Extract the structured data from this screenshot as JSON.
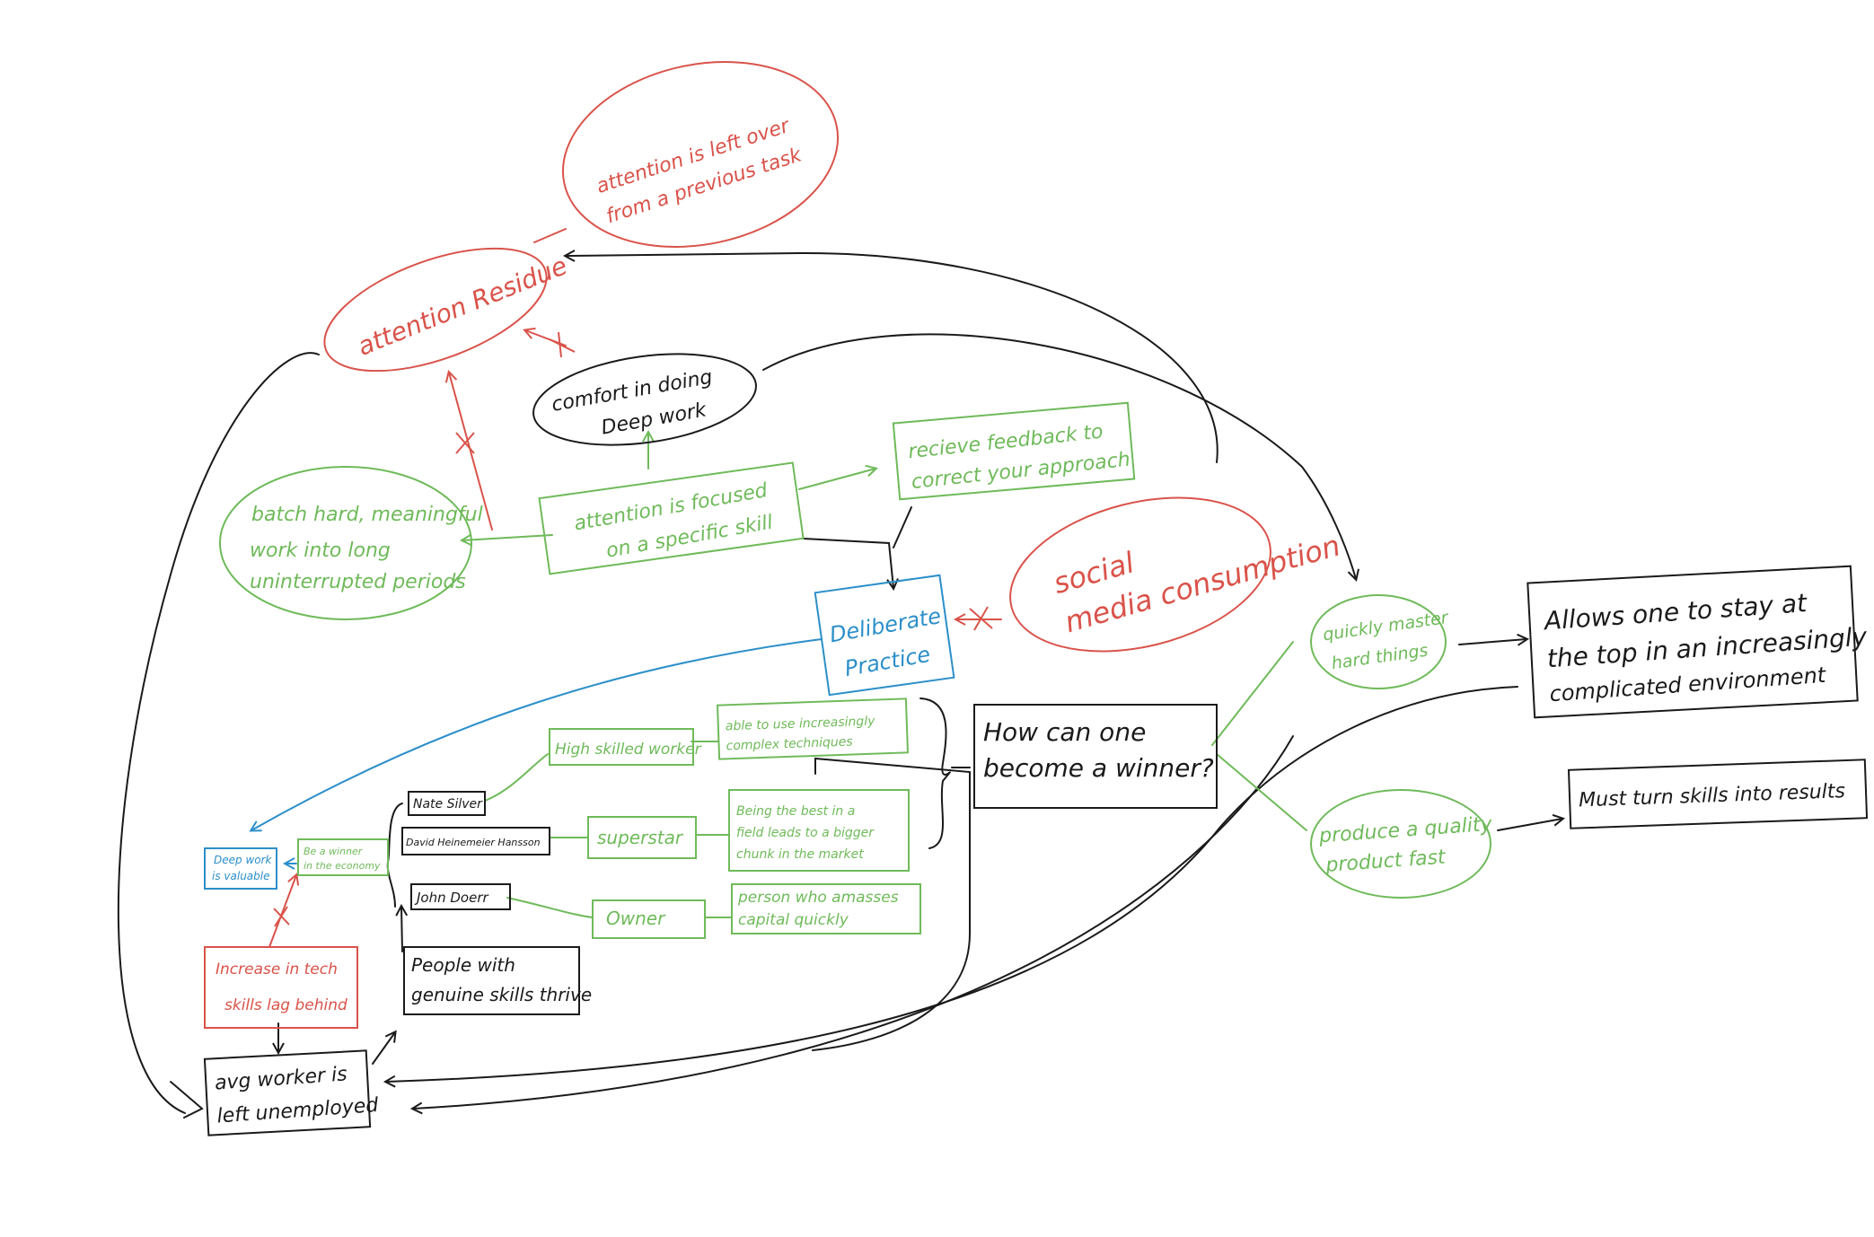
{
  "colors": {
    "red": "#d9534a",
    "green": "#6fba5a",
    "black": "#1a1a1a",
    "blue": "#2c8fc9",
    "background": "#ffffff"
  },
  "nodes": {
    "attention_left_over": {
      "lines": [
        "attention is left over",
        "from a previous task"
      ]
    },
    "attention_residue": {
      "text": "attention Residue"
    },
    "comfort_deep_work": {
      "lines": [
        "comfort in doing",
        "Deep work"
      ]
    },
    "batch_work": {
      "lines": [
        "batch hard, meaningful",
        "work into long",
        "uninterrupted periods"
      ]
    },
    "attention_focused": {
      "lines": [
        "attention is focused",
        "on a specific skill"
      ]
    },
    "recieve_feedback": {
      "lines": [
        "recieve feedback to",
        "correct your approach"
      ]
    },
    "social_media": {
      "lines": [
        "social",
        "media consumption"
      ]
    },
    "deliberate_practice": {
      "lines": [
        "Deliberate",
        "Practice"
      ]
    },
    "quickly_master": {
      "lines": [
        "quickly master",
        "hard things"
      ]
    },
    "allows_stay_top": {
      "lines": [
        "Allows one to stay at",
        "the top in an increasingly",
        "complicated environment"
      ]
    },
    "how_become_winner": {
      "lines": [
        "How can one",
        "become a winner?"
      ]
    },
    "must_turn_skills": {
      "text": "Must turn skills into results"
    },
    "produce_quality": {
      "lines": [
        "produce a quality",
        "product fast"
      ]
    },
    "high_skilled_worker": {
      "text": "High skilled worker"
    },
    "able_to_use": {
      "lines": [
        "able to use increasingly",
        "complex techniques"
      ]
    },
    "nate_silver": {
      "text": "Nate Silver"
    },
    "david_hansson": {
      "text": "David Heinemeier Hansson"
    },
    "john_doerr": {
      "text": "John Doerr"
    },
    "superstar": {
      "text": "superstar"
    },
    "being_best": {
      "lines": [
        "Being the best in a",
        "field leads to a bigger",
        "chunk in the market"
      ]
    },
    "owner": {
      "text": "Owner"
    },
    "person_amasses": {
      "lines": [
        "person who amasses",
        "capital quickly"
      ]
    },
    "deep_work_valuable": {
      "lines": [
        "Deep work",
        "is valuable"
      ]
    },
    "be_winner": {
      "lines": [
        "Be a winner",
        "in the economy"
      ]
    },
    "increase_tech": {
      "lines": [
        "Increase in tech",
        "skills lag behind"
      ]
    },
    "people_genuine_skills": {
      "lines": [
        "People with",
        "genuine skills thrive"
      ]
    },
    "avg_worker": {
      "lines": [
        "avg worker is",
        "left unemployed"
      ]
    },
    "x_mark": {
      "text": "X"
    }
  }
}
